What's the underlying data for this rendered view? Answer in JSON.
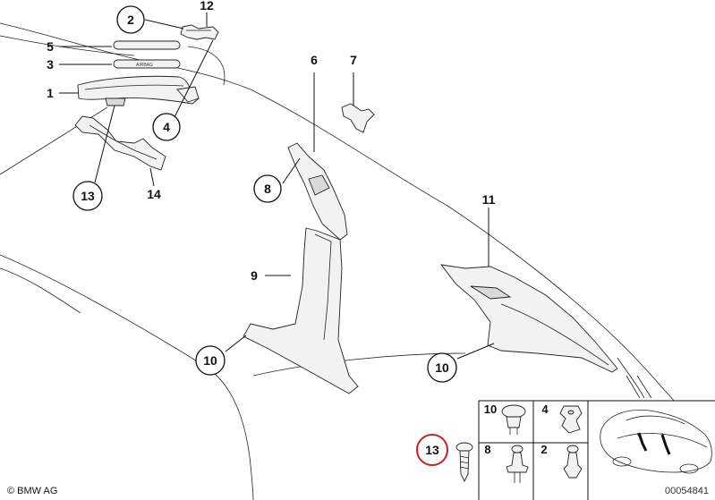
{
  "callouts": {
    "c1": "1",
    "c2": "2",
    "c3": "3",
    "c4": "4",
    "c5": "5",
    "c6": "6",
    "c7": "7",
    "c8": "8",
    "c9": "9",
    "c10a": "10",
    "c10b": "10",
    "c11": "11",
    "c12": "12",
    "c13": "13",
    "c14": "14"
  },
  "parts_table": {
    "a10": "10",
    "a4": "4",
    "a13": "13",
    "a8": "8",
    "a2": "2"
  },
  "labels": {
    "airbag": "AIRBAG"
  },
  "footer": {
    "copyright": "© BMW AG",
    "image_number": "00054841"
  },
  "highlight_color": "#cc1e1e"
}
